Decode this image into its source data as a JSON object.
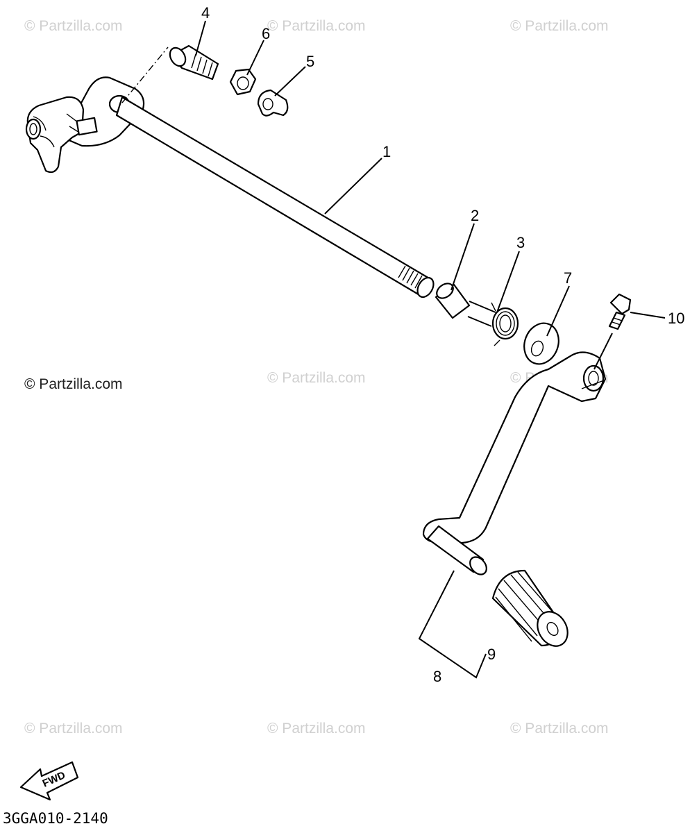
{
  "watermarks": {
    "faint_text": "© Partzilla.com",
    "main_text": "© Partzilla.com"
  },
  "callouts": {
    "c1": "1",
    "c2": "2",
    "c3": "3",
    "c4": "4",
    "c5": "5",
    "c6": "6",
    "c7": "7",
    "c8": "8",
    "c9": "9",
    "c10": "10"
  },
  "fwd_label": "FWD",
  "diagram_code": "3GGA010-2140",
  "colors": {
    "line": "#000000",
    "watermark": "#d0d0d0",
    "background": "#ffffff"
  }
}
